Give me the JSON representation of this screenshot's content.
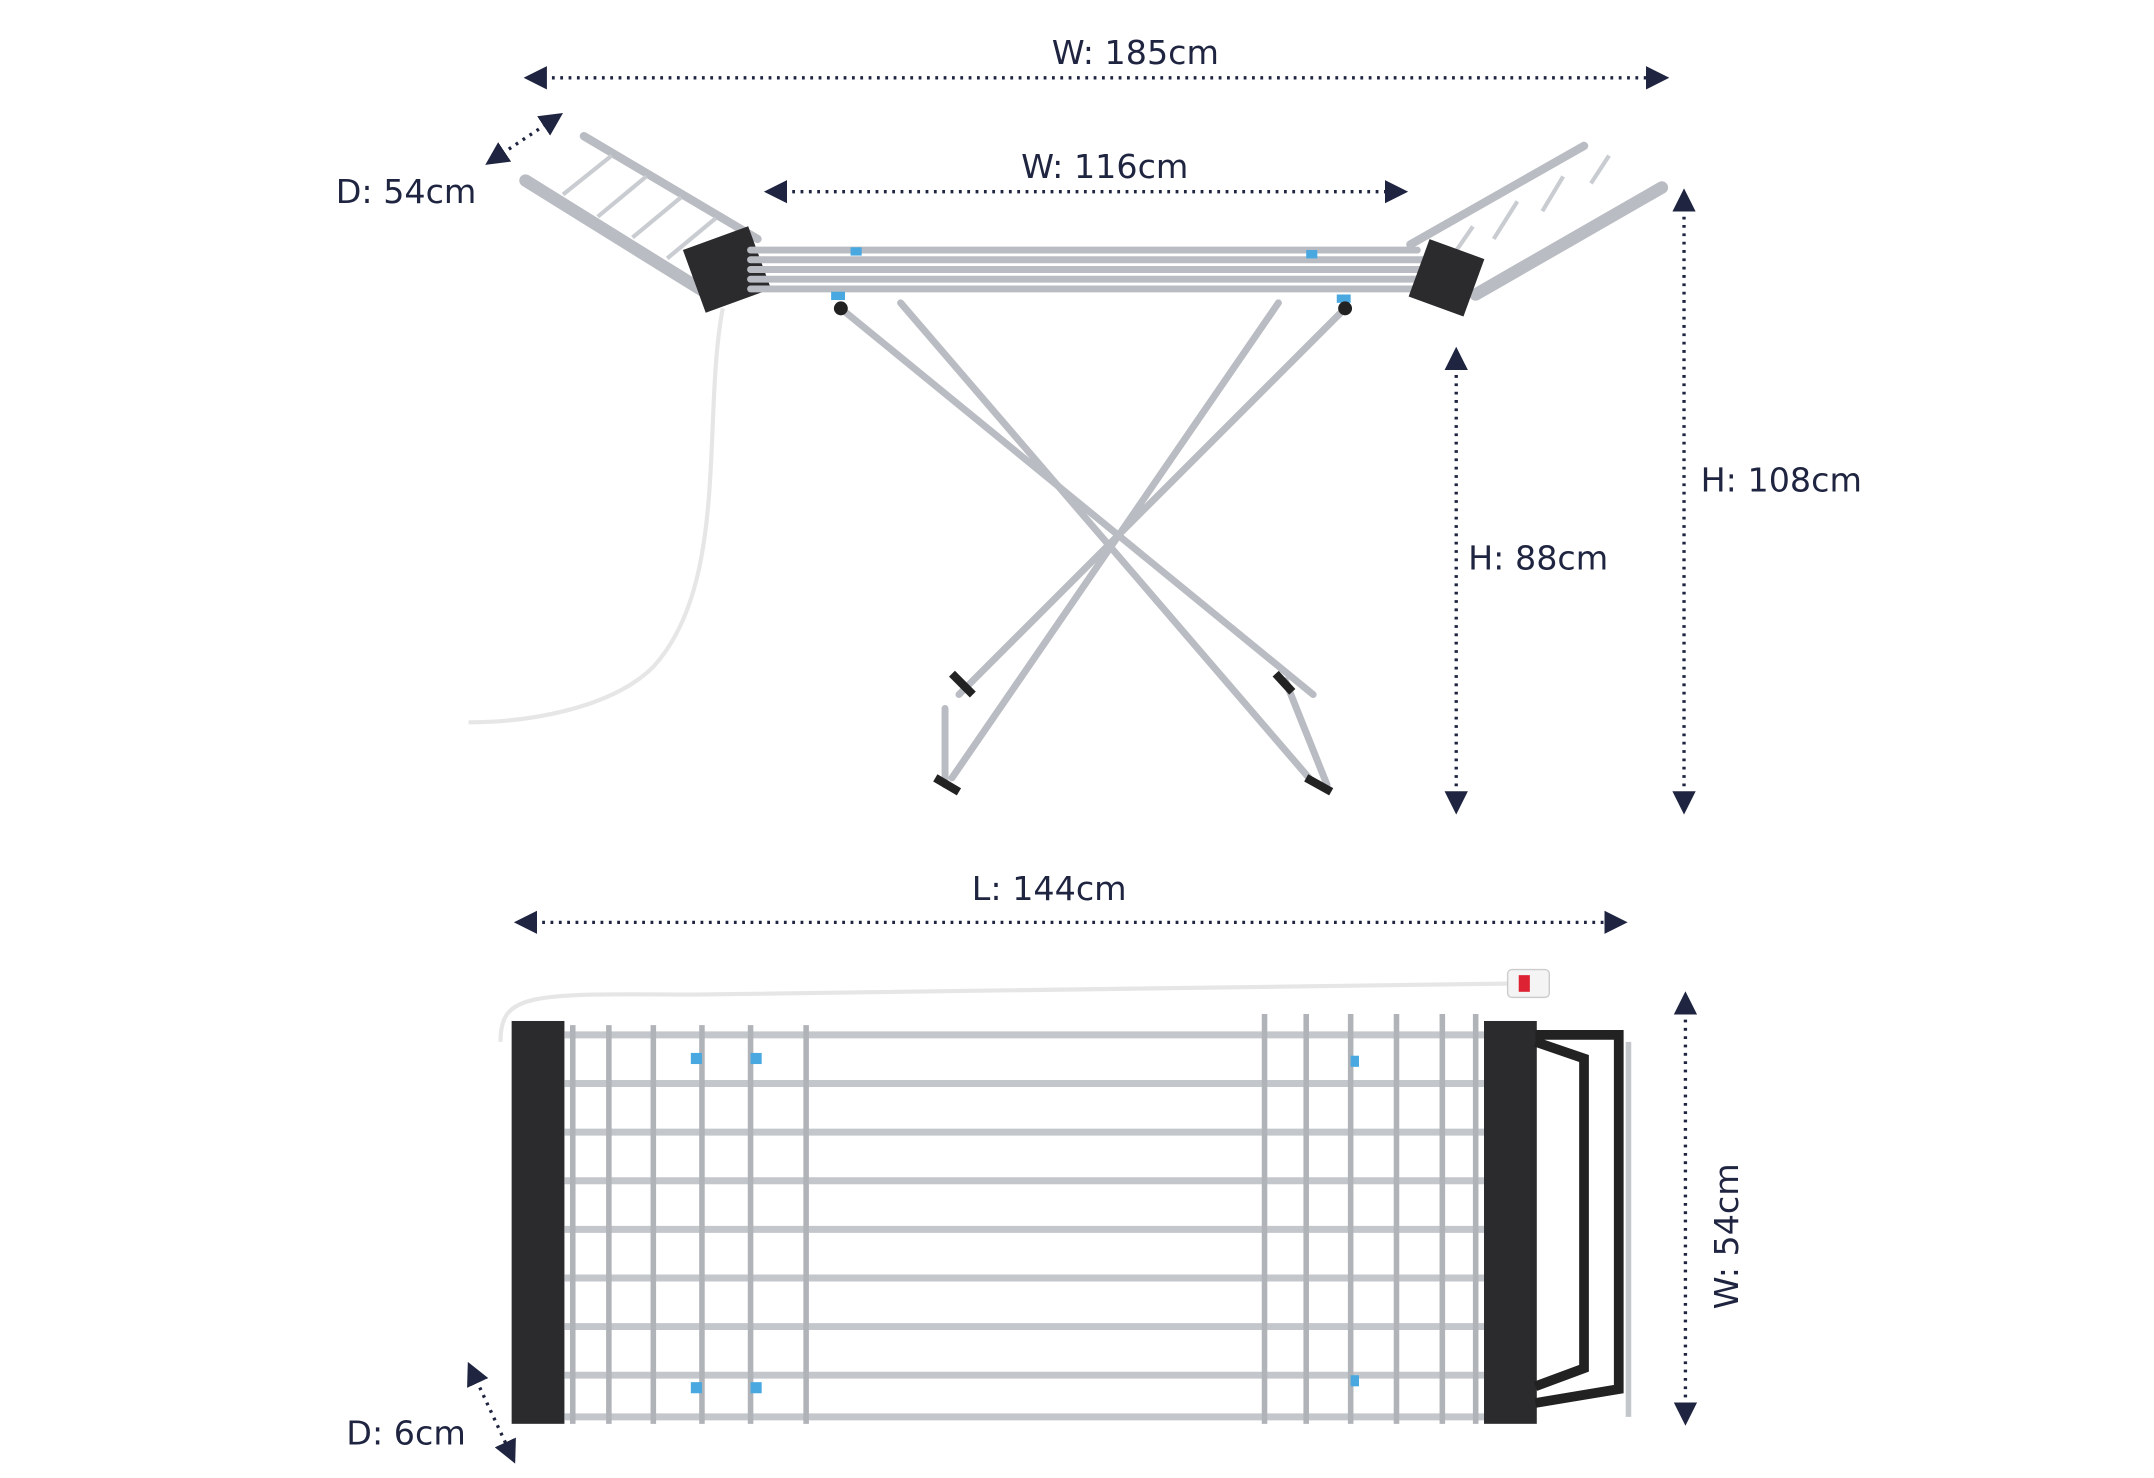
{
  "labels": {
    "top_width": "W: 185cm",
    "top_depth": "D: 54cm",
    "inner_width": "W: 116cm",
    "total_height": "H: 108cm",
    "rail_height": "H: 88cm",
    "folded_length": "L: 144cm",
    "folded_width": "W: 54cm",
    "folded_depth": "D: 6cm"
  },
  "colors": {
    "label": "#1f2540",
    "frame": "#b9bcc2",
    "plastic": "#2b2b2e",
    "accent": "#4aa8e0"
  }
}
